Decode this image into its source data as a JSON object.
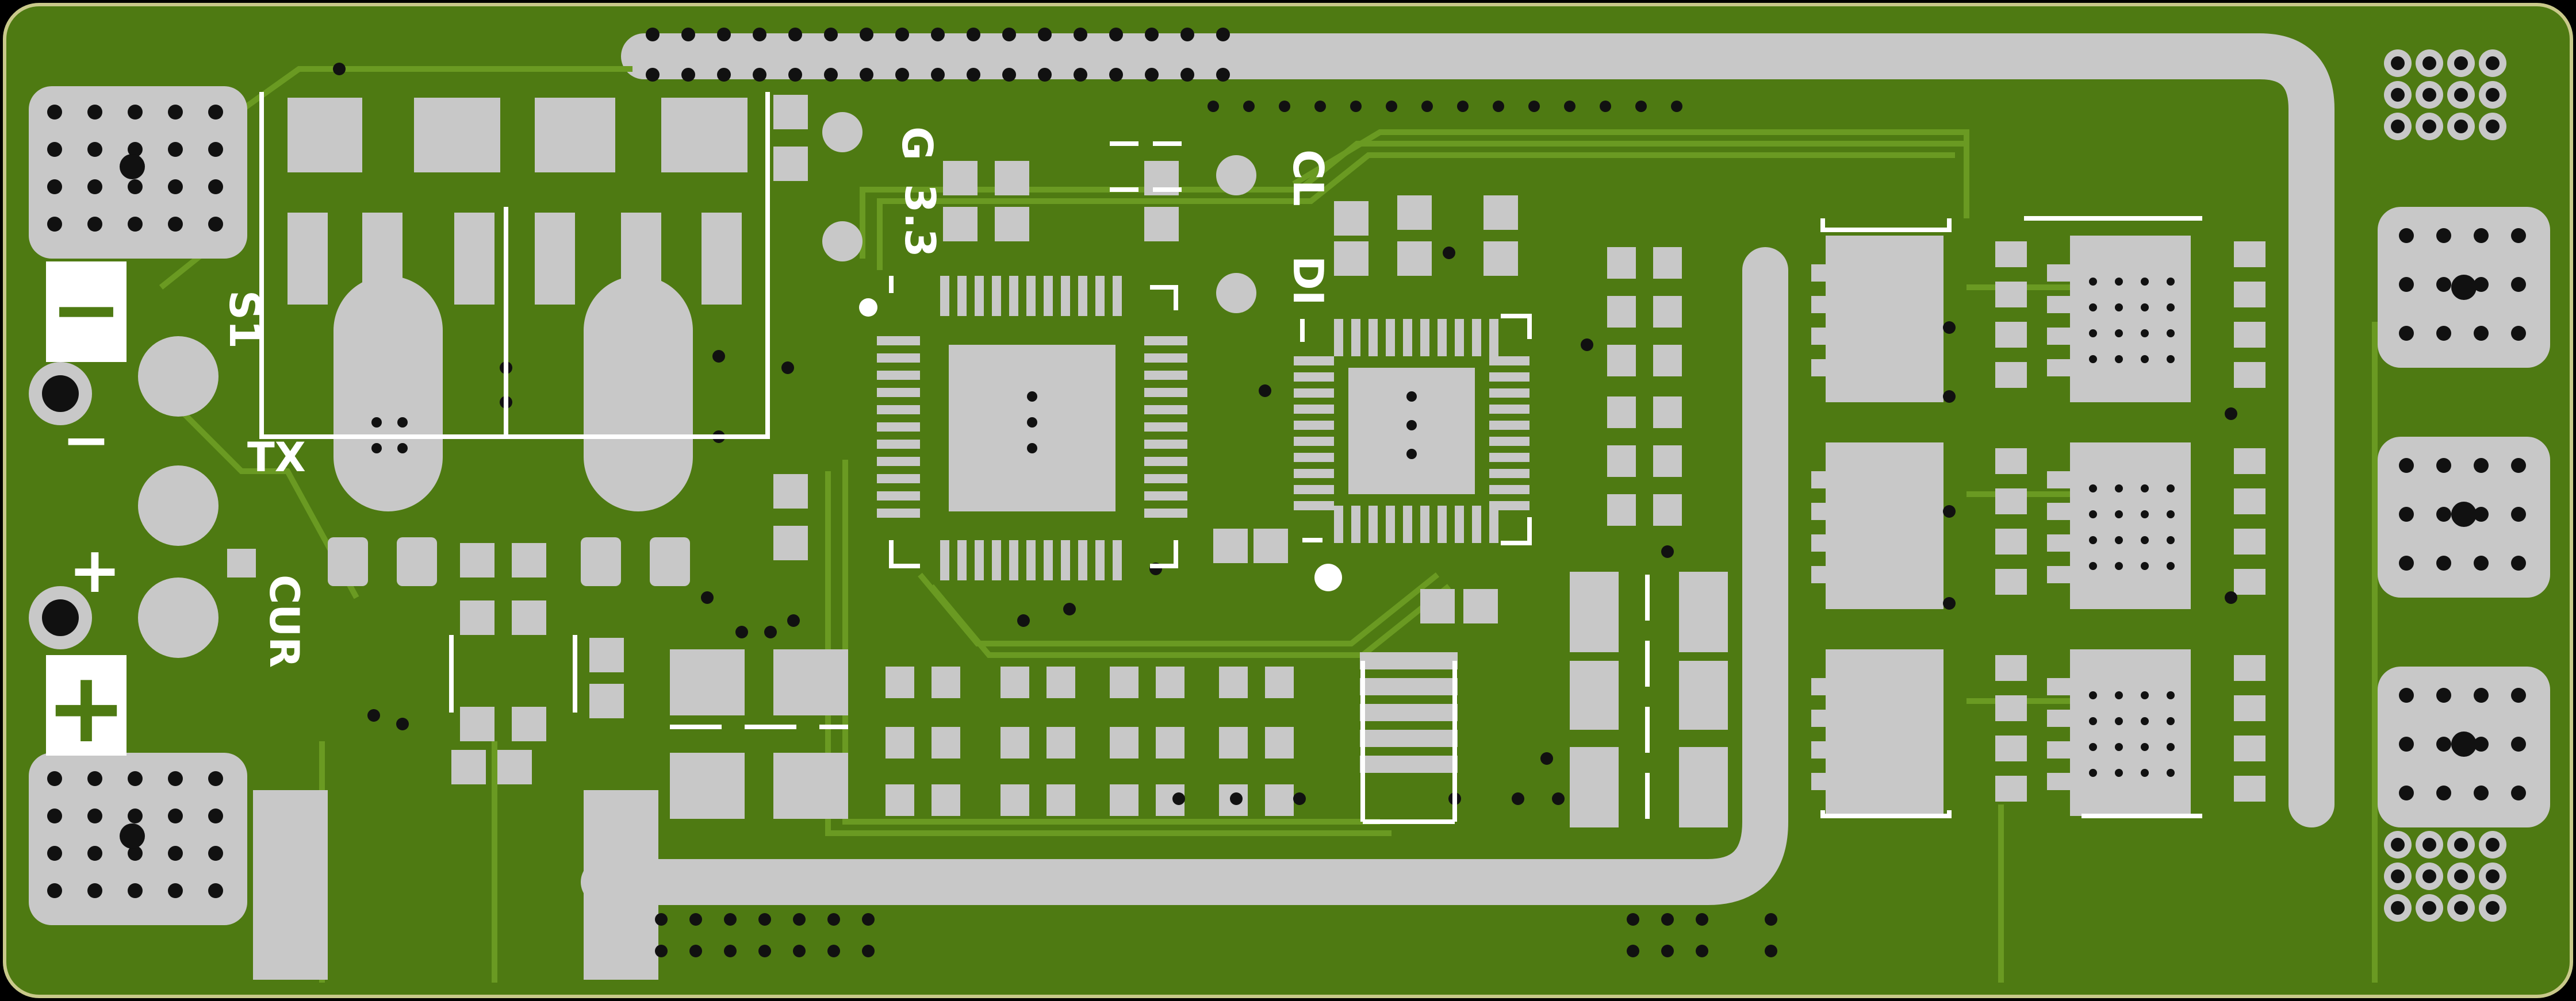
{
  "board": {
    "colors": {
      "background": "#000000",
      "board_outline": "#c9c98a",
      "solder_mask": "#4e7a12",
      "mask_light": "#5c8a1a",
      "copper_trace": "#6a9a22",
      "pad": "#c8c8c8",
      "via_hole": "#111111",
      "silkscreen": "#ffffff"
    },
    "labels": {
      "minus_sign": "−",
      "minus_box": "−",
      "plus_sign": "+",
      "plus_box": "+",
      "s1": "S1",
      "tx": "TX",
      "cur": "CUR",
      "g": "G",
      "v33": "3.3",
      "cl": "CL",
      "di": "DI"
    }
  }
}
